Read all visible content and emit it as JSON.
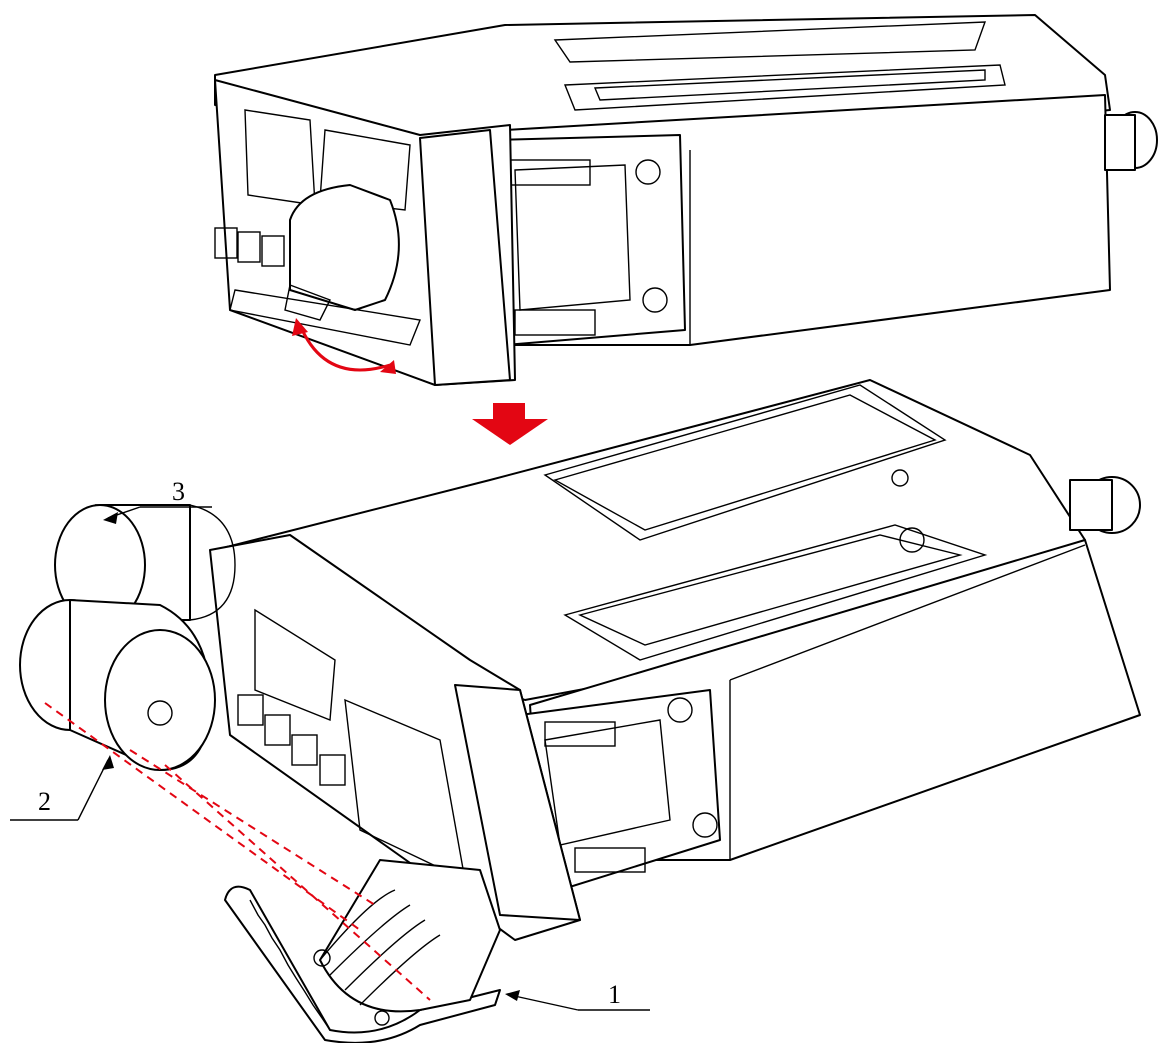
{
  "callouts": [
    {
      "id": "1",
      "text": "1"
    },
    {
      "id": "2",
      "text": "2"
    },
    {
      "id": "3",
      "text": "3"
    }
  ],
  "colors": {
    "arrow": "#e30613",
    "line": "#000000",
    "background": "#ffffff"
  },
  "icons": {
    "step_arrow": "down-arrow-icon",
    "rotation": "curved-double-arrow-icon"
  }
}
